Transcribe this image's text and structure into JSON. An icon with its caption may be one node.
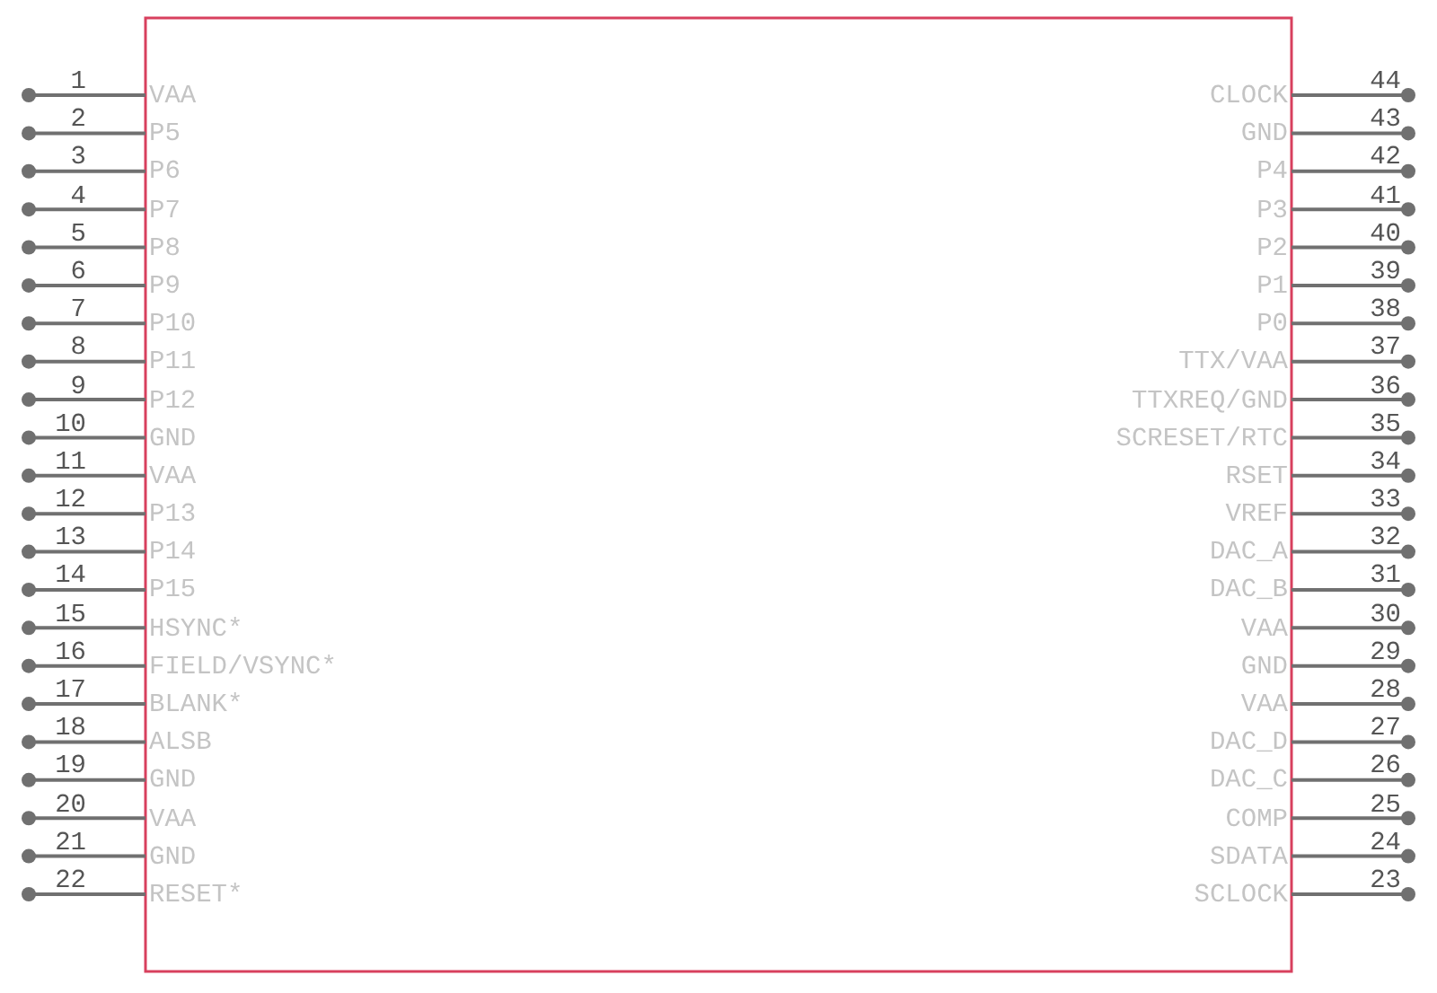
{
  "diagram": {
    "nodes": [
      {
        "text": [],
        "shape": "box"
      }
    ],
    "labels": [
      "1",
      "VAA",
      "CLOCK",
      "44",
      "2",
      "P5",
      "GND",
      "43",
      "3",
      "P6",
      "P4",
      "42",
      "4",
      "P7",
      "P3",
      "41",
      "5",
      "P8",
      "P2",
      "40",
      "6",
      "P9",
      "P1",
      "39",
      "7",
      "P10",
      "P0",
      "38",
      "8",
      "P11",
      "TTX/VAA",
      "37",
      "9",
      "P12",
      "TTXREQ/GND",
      "36",
      "10",
      "GND",
      "SCRESET/RTC",
      "35",
      "11",
      "VAA",
      "RSET",
      "34",
      "12",
      "P13",
      "VREF",
      "33",
      "13",
      "P14",
      "DAC_A",
      "32",
      "14",
      "P15",
      "DAC_B",
      "31",
      "15",
      "HSYNC*",
      "VAA",
      "30",
      "16",
      "FIELD/VSYNC*",
      "GND",
      "29",
      "17",
      "BLANK*",
      "VAA",
      "28",
      "18",
      "ALSB",
      "DAC_D",
      "27",
      "19",
      "GND",
      "DAC_C",
      "26",
      "20",
      "VAA",
      "COMP",
      "25",
      "21",
      "GND",
      "SDATA",
      "24",
      "22",
      "RESET*",
      "SCLOCK",
      "23"
    ]
  }
}
